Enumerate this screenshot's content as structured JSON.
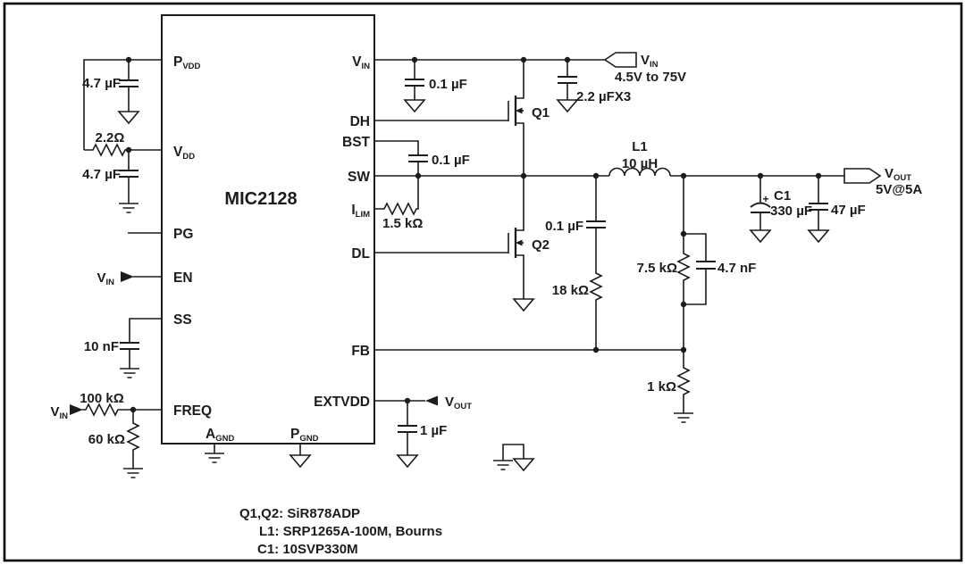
{
  "ic": {
    "part_number": "MIC2128",
    "pins": {
      "pvdd": {
        "main": "P",
        "sub": "VDD"
      },
      "vdd": {
        "main": "V",
        "sub": "DD"
      },
      "pg": "PG",
      "en": "EN",
      "ss": "SS",
      "freq": "FREQ",
      "vin": {
        "main": "V",
        "sub": "IN"
      },
      "dh": "DH",
      "bst": "BST",
      "sw": "SW",
      "ilim": {
        "main": "I",
        "sub": "LIM"
      },
      "dl": "DL",
      "fb": "FB",
      "extvdd": "EXTVDD",
      "agnd": {
        "main": "A",
        "sub": "GND"
      },
      "pgnd": {
        "main": "P",
        "sub": "GND"
      }
    }
  },
  "components": {
    "pvdd_cap": "4.7 µF",
    "vdd_res": "2.2Ω",
    "vdd_cap": "4.7 µF",
    "ss_cap": "10 nF",
    "freq_res_top": "100 kΩ",
    "freq_res_bottom": "60 kΩ",
    "vin_bypass_cap": "0.1 µF",
    "vin_bulk_cap": "2.2 µFX3",
    "bst_cap": "0.1 µF",
    "ilim_res": "1.5 kΩ",
    "q1": "Q1",
    "q2": "Q2",
    "l1_ref": "L1",
    "l1_value": "10 µH",
    "snub_cap": "0.1 µF",
    "snub_res": "18 kΩ",
    "fb_top_res": "7.5 kΩ",
    "fb_cap": "4.7 nF",
    "fb_bottom_res": "1 kΩ",
    "c1_plus": "+",
    "c1_ref": "C1",
    "c1_value": "330 µF",
    "cout2": "47 µF",
    "extvdd_cap": "1 µF"
  },
  "ports": {
    "vin_flag": {
      "main": "V",
      "sub": "IN",
      "range": "4.5V to 75V"
    },
    "vout_flag": {
      "main": "V",
      "sub": "OUT",
      "rating": "5V@5A"
    },
    "en_source": {
      "main": "V",
      "sub": "IN"
    },
    "freq_source": {
      "main": "V",
      "sub": "IN"
    },
    "extvdd_source": {
      "main": "V",
      "sub": "OUT"
    }
  },
  "notes": {
    "line1": "Q1,Q2: SiR878ADP",
    "line2": "L1: SRP1265A-100M, Bourns",
    "line3": "C1: 10SVP330M"
  }
}
